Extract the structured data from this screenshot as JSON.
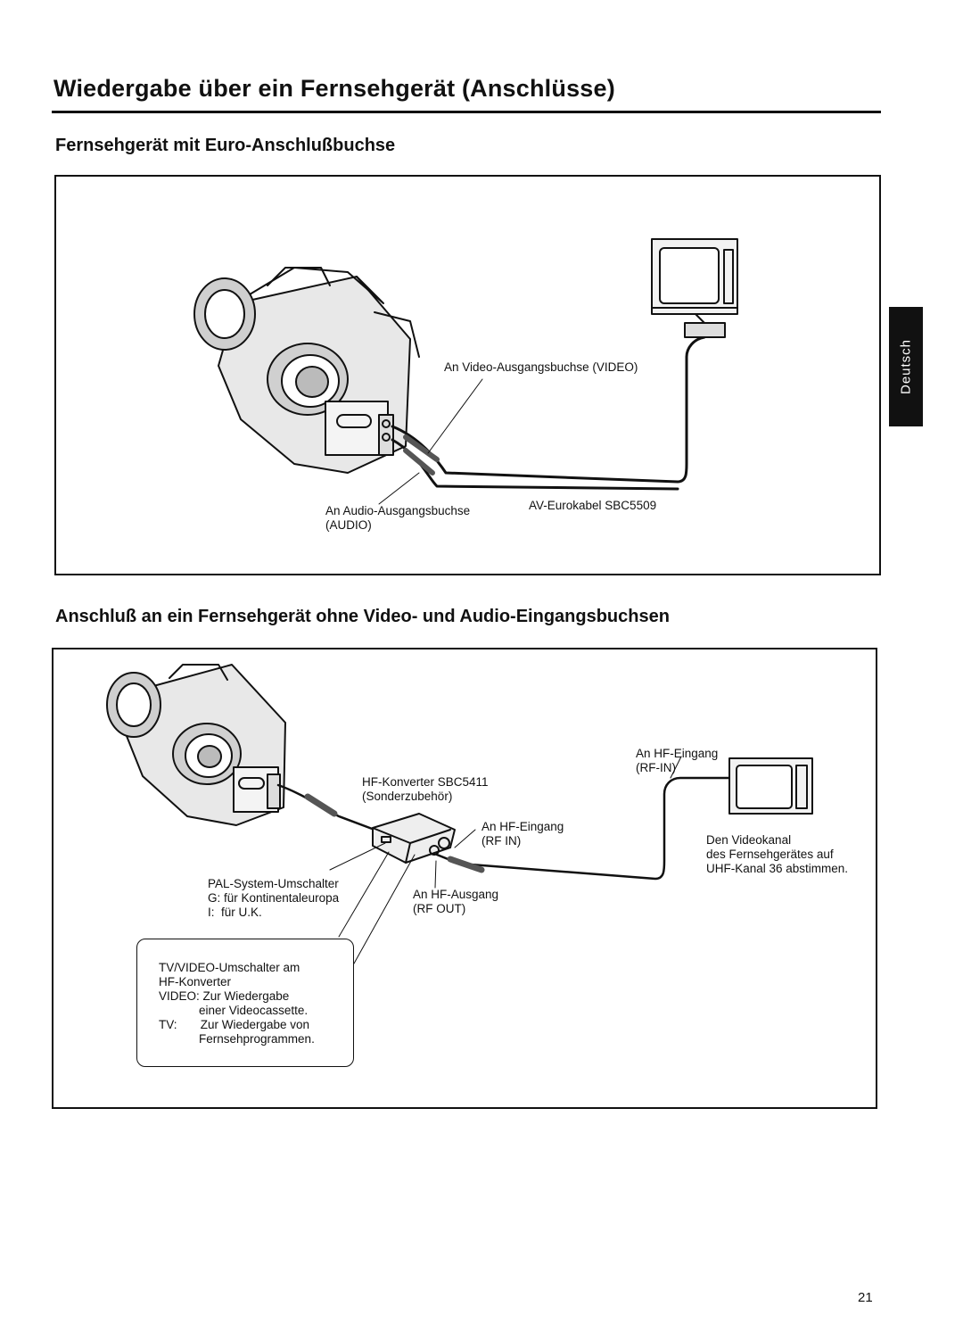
{
  "page": {
    "title": "Wiedergabe über ein Fernsehgerät (Anschlüsse)",
    "side_tab": "Deutsch",
    "page_number": "21"
  },
  "section1": {
    "heading": "Fernsehgerät mit Euro-Anschlußbuchse",
    "label_video_out": "An Video-Ausgangsbuchse (VIDEO)",
    "label_audio_out_1": "An Audio-Ausgangsbuchse",
    "label_audio_out_2": "(AUDIO)",
    "label_cable": "AV-Eurokabel SBC5509"
  },
  "section2": {
    "heading": "Anschluß an ein Fernsehgerät ohne Video- und Audio-Eingangsbuchsen",
    "label_rf_in_tv_1": "An HF-Eingang",
    "label_rf_in_tv_2": "(RF-IN)",
    "label_converter_1": "HF-Konverter SBC5411",
    "label_converter_2": "(Sonderzubehör)",
    "label_rf_in_conv_1": "An HF-Eingang",
    "label_rf_in_conv_2": "(RF IN)",
    "label_channel_1": "Den Videokanal",
    "label_channel_2": "des Fernsehgerätes auf",
    "label_channel_3": "UHF-Kanal 36 abstimmen.",
    "label_pal_1": "PAL-System-Umschalter",
    "label_pal_2": "G: für Kontinentaleuropa",
    "label_pal_3": "I:  für U.K.",
    "label_rf_out_1": "An HF-Ausgang",
    "label_rf_out_2": "(RF OUT)",
    "note_1": "TV/VIDEO-Umschalter am",
    "note_2": "HF-Konverter",
    "note_3": "VIDEO: Zur Wiedergabe",
    "note_4": "            einer Videocassette.",
    "note_5": "TV:       Zur Wiedergabe von",
    "note_6": "            Fernsehprogrammen."
  }
}
